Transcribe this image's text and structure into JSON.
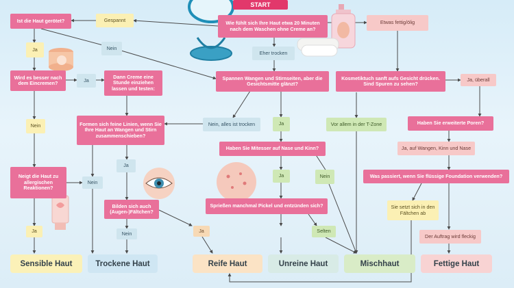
{
  "start_label": "START",
  "questions": {
    "q_start": "Wie fühlt sich Ihre Haut etwa 20 Minuten nach dem Waschen ohne Creme an?",
    "q_geroetet": "Ist die Haut gerötet?",
    "q_eincremen": "Wird es besser nach dem Eincremen?",
    "q_creme_stunde": "Dann Creme eine Stunde einziehen lassen und testen:",
    "q_spannen": "Spannen Wangen und Stirnseiten, aber die Gesichtsmitte glänzt?",
    "q_kosmetiktuch": "Kosmetiktuch sanft aufs Gesicht drücken. Sind Spuren zu sehen?",
    "q_linien": "Formen sich feine Linien, wenn Sie Ihre Haut an Wangen und Stirn zusammenschieben?",
    "q_poren": "Haben Sie erweiterte Poren?",
    "q_mitesser": "Haben Sie Mitesser auf Nase und Kinn?",
    "q_allergisch": "Neigt die Haut zu allergischen Reaktionen?",
    "q_foundation": "Was passiert, wenn Sie flüssige Foundation verwenden?",
    "q_faeltchen": "Bilden sich auch (Augen-)Fältchen?",
    "q_pickel": "Sprießen manchmal Pickel und entzünden sich?"
  },
  "answers": {
    "gespannt": "Gespannt",
    "fettig": "Etwas fettig/ölig",
    "ja_1": "Ja",
    "nein_1": "Nein",
    "eher_trocken": "Eher trocken",
    "ja_2": "Ja",
    "ja_ueberall": "Ja, überall",
    "nein_2": "Nein",
    "nein_alles": "Nein, alles ist trocken",
    "ja_3": "Ja",
    "t_zone": "Vor allem in der T-Zone",
    "ja_wangen": "Ja, auf Wangen, Kinn und Nase",
    "ja_4": "Ja",
    "nein_3": "Nein",
    "nein_4": "Nein",
    "ja_5": "Ja",
    "nein_5": "Nein",
    "setzt_sich": "Sie setzt sich in den Fältchen ab",
    "ja_6": "Ja",
    "ja_7": "Ja",
    "selten": "Selten",
    "fleckig": "Der Auftrag wird fleckig"
  },
  "results": {
    "sensible": "Sensible Haut",
    "trockene": "Trockene Haut",
    "reife": "Reife Haut",
    "unreine": "Unreine Haut",
    "misch": "Mischhaut",
    "fettige": "Fettige Haut"
  },
  "colors": {
    "question": "#e9709a",
    "sensible": "#fbf1b8",
    "trockene": "#cfe6f3",
    "reife": "#fbe3c5",
    "unreine": "#d8ebe6",
    "misch": "#d9ecc7",
    "fettige": "#f8d3d3",
    "line": "#4a4a4a"
  }
}
